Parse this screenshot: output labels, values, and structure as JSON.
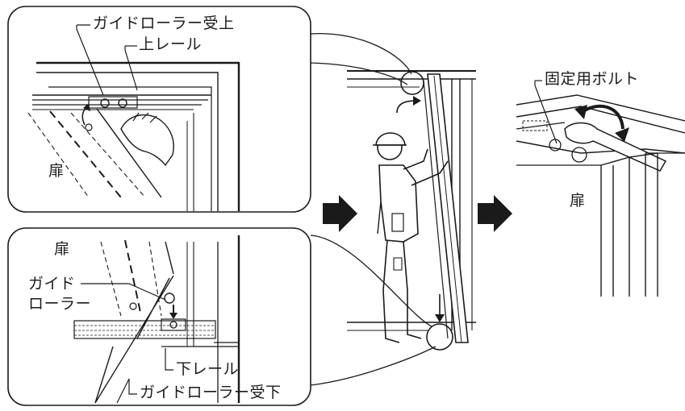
{
  "labels": {
    "guide_roller_upper": "ガイドローラー受上",
    "upper_rail": "上レール",
    "door_top_left": "扉",
    "door_bottom_left": "扉",
    "guide_roller_line1": "ガイド",
    "guide_roller_line2": "ローラー",
    "lower_rail": "下レール",
    "guide_roller_lower": "ガイドローラー受下",
    "fixing_bolt": "固定用ボルト",
    "door_right": "扉"
  },
  "colors": {
    "line": "#1a1a1a",
    "background": "#ffffff",
    "arrow": "#1a1a1a"
  },
  "icons": [
    "right-arrow-icon",
    "right-arrow-icon",
    "rotate-arrow-icon"
  ]
}
